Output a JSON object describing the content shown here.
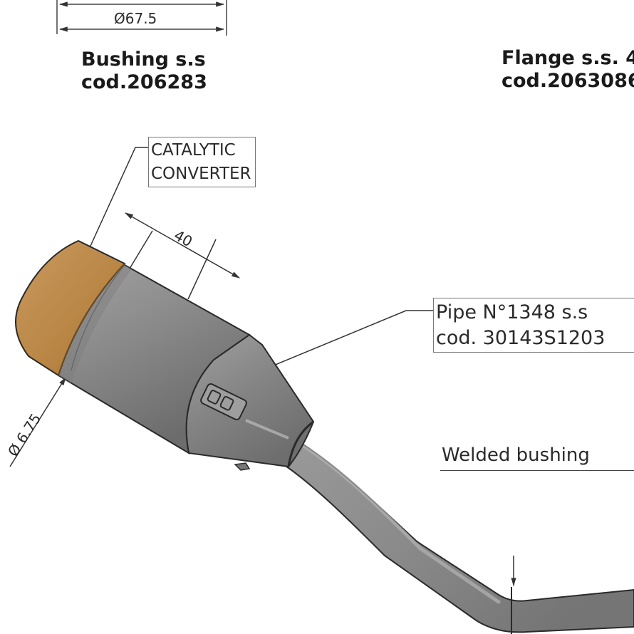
{
  "top_dimension": {
    "value": "Ø67.5"
  },
  "bushing": {
    "name": "Bushing s.s",
    "code": "cod.206283"
  },
  "flange": {
    "name": "Flange s.s. 4",
    "code": "cod.2063086"
  },
  "catalytic_label": {
    "line1": "CATALYTIC",
    "line2": "CONVERTER"
  },
  "length_dimension": {
    "value": "40"
  },
  "diameter_dimension": {
    "value": "Ø 6.75"
  },
  "pipe_label": {
    "line1": "Pipe N°1348 s.s",
    "line2": "cod. 30143S1203"
  },
  "welded_label": {
    "text": "Welded bushing"
  },
  "colors": {
    "converter_cap": "#c08d4e",
    "steel_body": "#8c8c8c",
    "outline": "#2a2a2a",
    "line": "#333333"
  }
}
